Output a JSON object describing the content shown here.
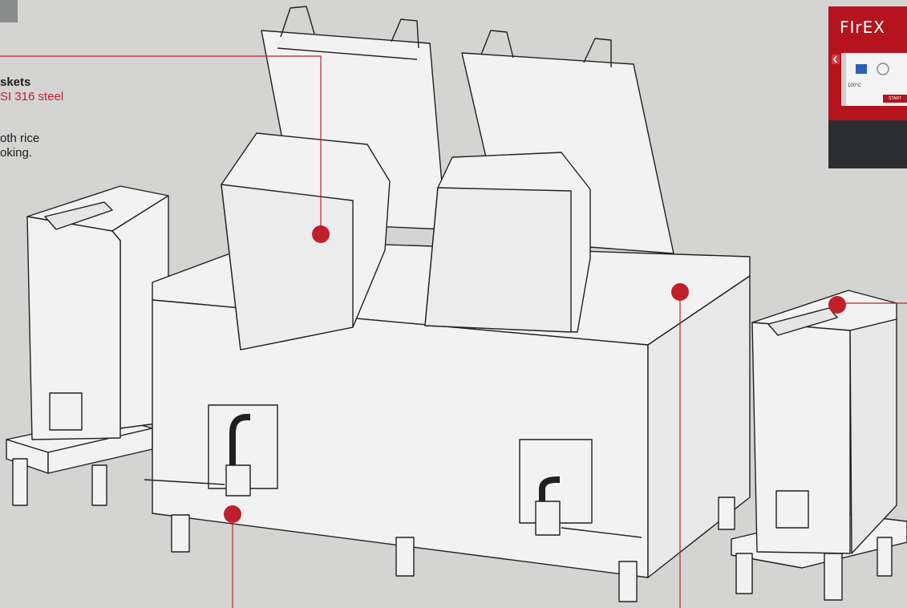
{
  "callout": {
    "title": "skets",
    "subtitle": "SI 316 steel",
    "desc_line1": "oth rice",
    "desc_line2": "oking."
  },
  "panel": {
    "brand": "FIrEX",
    "temperature": "100°C",
    "start_label": "START"
  },
  "colors": {
    "background": "#d4d5d3",
    "accent_red": "#c0202c",
    "line": "#202020",
    "body_fill": "#f2f2f2"
  }
}
